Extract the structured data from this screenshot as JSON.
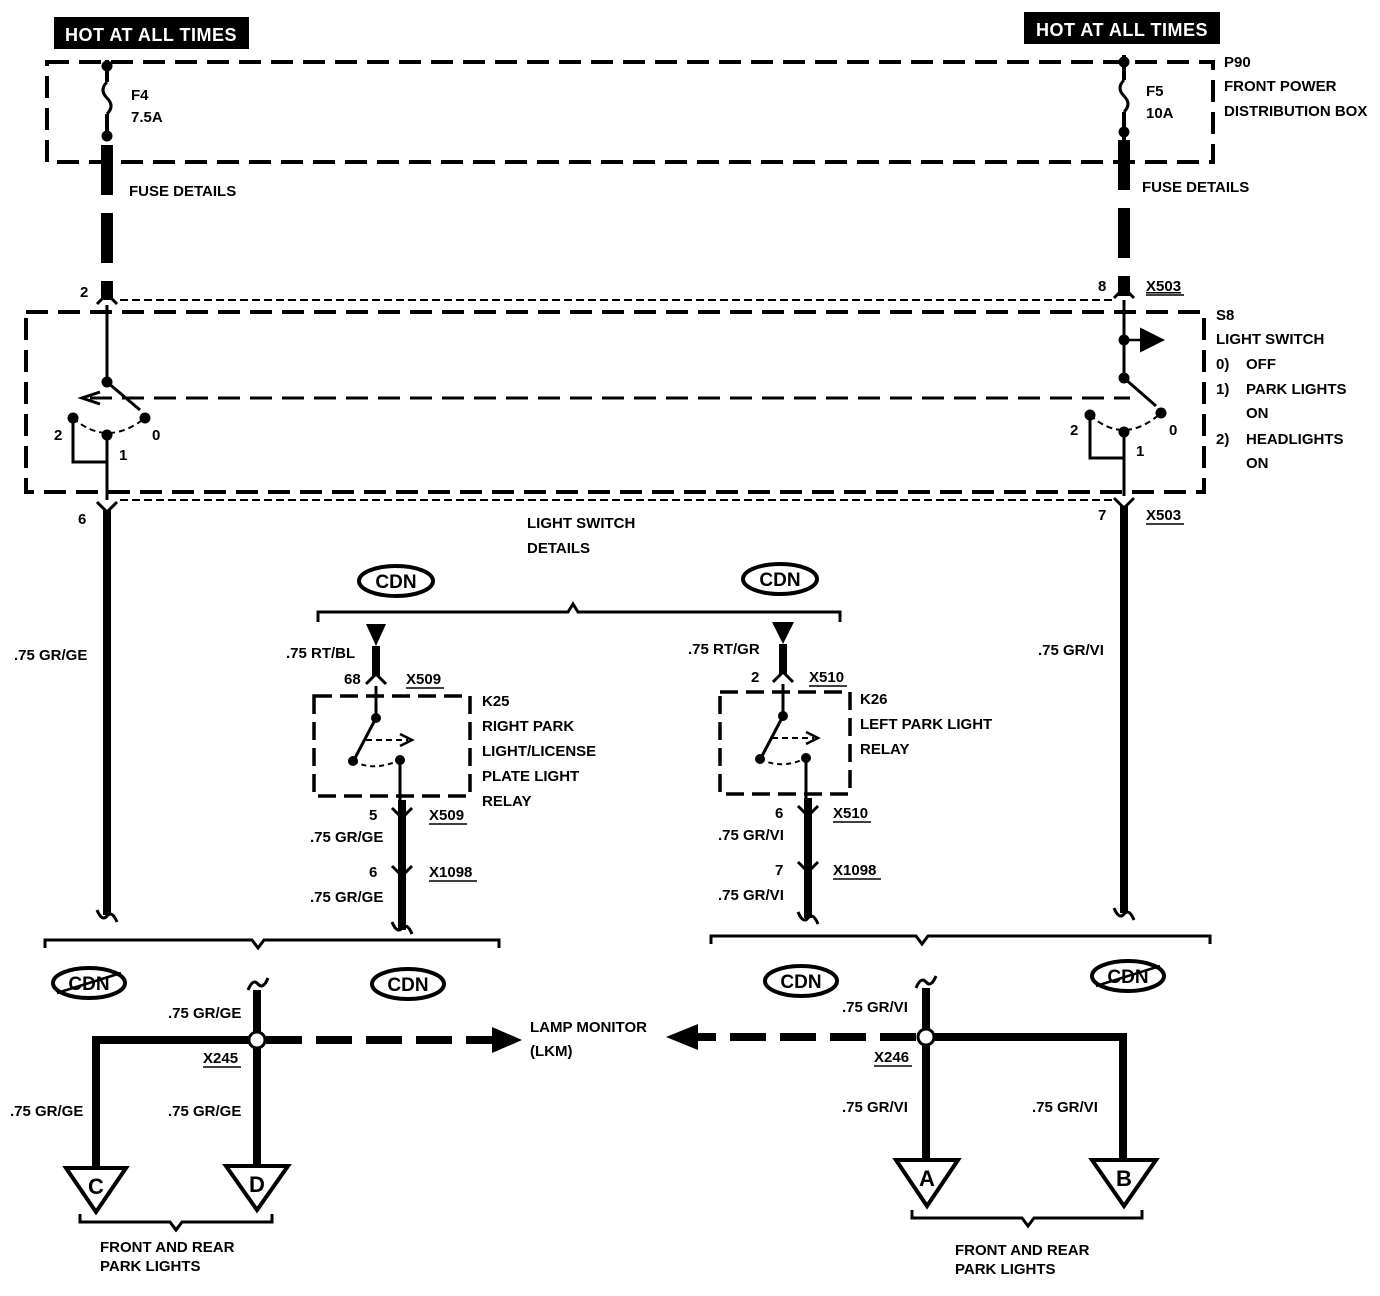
{
  "hot_left": "HOT AT ALL TIMES",
  "hot_right": "HOT AT ALL TIMES",
  "fuse_left": {
    "name": "F4",
    "rating": "7.5A"
  },
  "fuse_right": {
    "name": "F5",
    "rating": "10A"
  },
  "pdb": {
    "id": "P90",
    "line1": "FRONT POWER",
    "line2": "DISTRIBUTION BOX"
  },
  "fuse_details_left": "FUSE DETAILS",
  "fuse_details_right": "FUSE DETAILS",
  "light_switch": {
    "id": "S8",
    "title": "LIGHT SWITCH",
    "pos0_num": "0)",
    "pos0": "OFF",
    "pos1_num": "1)",
    "pos1a": "PARK LIGHTS",
    "pos1b": "ON",
    "pos2_num": "2)",
    "pos2a": "HEADLIGHTS",
    "pos2b": "ON",
    "details_line1": "LIGHT SWITCH",
    "details_line2": "DETAILS"
  },
  "switch_pos_labels": {
    "p2": "2",
    "p0": "0",
    "p1": "1"
  },
  "pins": {
    "left_top": "2",
    "left_bottom": "6",
    "right_top": "8",
    "right_bottom": "7",
    "k25_top": "68",
    "k25_bottom": "5",
    "k25_x1098": "6",
    "k26_top": "2",
    "k26_bottom": "6",
    "k26_x1098": "7"
  },
  "connectors": {
    "x503_top": "X503",
    "x503_bottom": "X503",
    "x509_top": "X509",
    "x509_bottom": "X509",
    "x510_top": "X510",
    "x510_bottom": "X510",
    "x1098_left": "X1098",
    "x1098_right": "X1098",
    "x245": "X245",
    "x246": "X246"
  },
  "wires": {
    "left_main": ".75 GR/GE",
    "right_main": ".75 GR/VI",
    "k25_in": ".75 RT/BL",
    "k26_in": ".75 RT/GR",
    "k25_out": ".75 GR/GE",
    "k25_out2": ".75 GR/GE",
    "k26_out": ".75 GR/VI",
    "k26_out2": ".75 GR/VI",
    "x245_in": ".75 GR/GE",
    "x245_c": ".75 GR/GE",
    "x245_d": ".75 GR/GE",
    "x246_in": ".75 GR/VI",
    "x246_a": ".75 GR/VI",
    "x246_b": ".75 GR/VI"
  },
  "cdn": "CDN",
  "relays": {
    "k25": {
      "id": "K25",
      "l1": "RIGHT PARK",
      "l2": "LIGHT/LICENSE",
      "l3": "PLATE LIGHT",
      "l4": "RELAY"
    },
    "k26": {
      "id": "K26",
      "l1": "LEFT PARK LIGHT",
      "l2": "RELAY"
    }
  },
  "lamp_monitor": {
    "l1": "LAMP MONITOR",
    "l2": "(LKM)"
  },
  "terminals": {
    "a": "A",
    "b": "B",
    "c": "C",
    "d": "D"
  },
  "park_lights_left": {
    "l1": "FRONT AND REAR",
    "l2": "PARK LIGHTS"
  },
  "park_lights_right": {
    "l1": "FRONT AND REAR",
    "l2": "PARK LIGHTS"
  }
}
